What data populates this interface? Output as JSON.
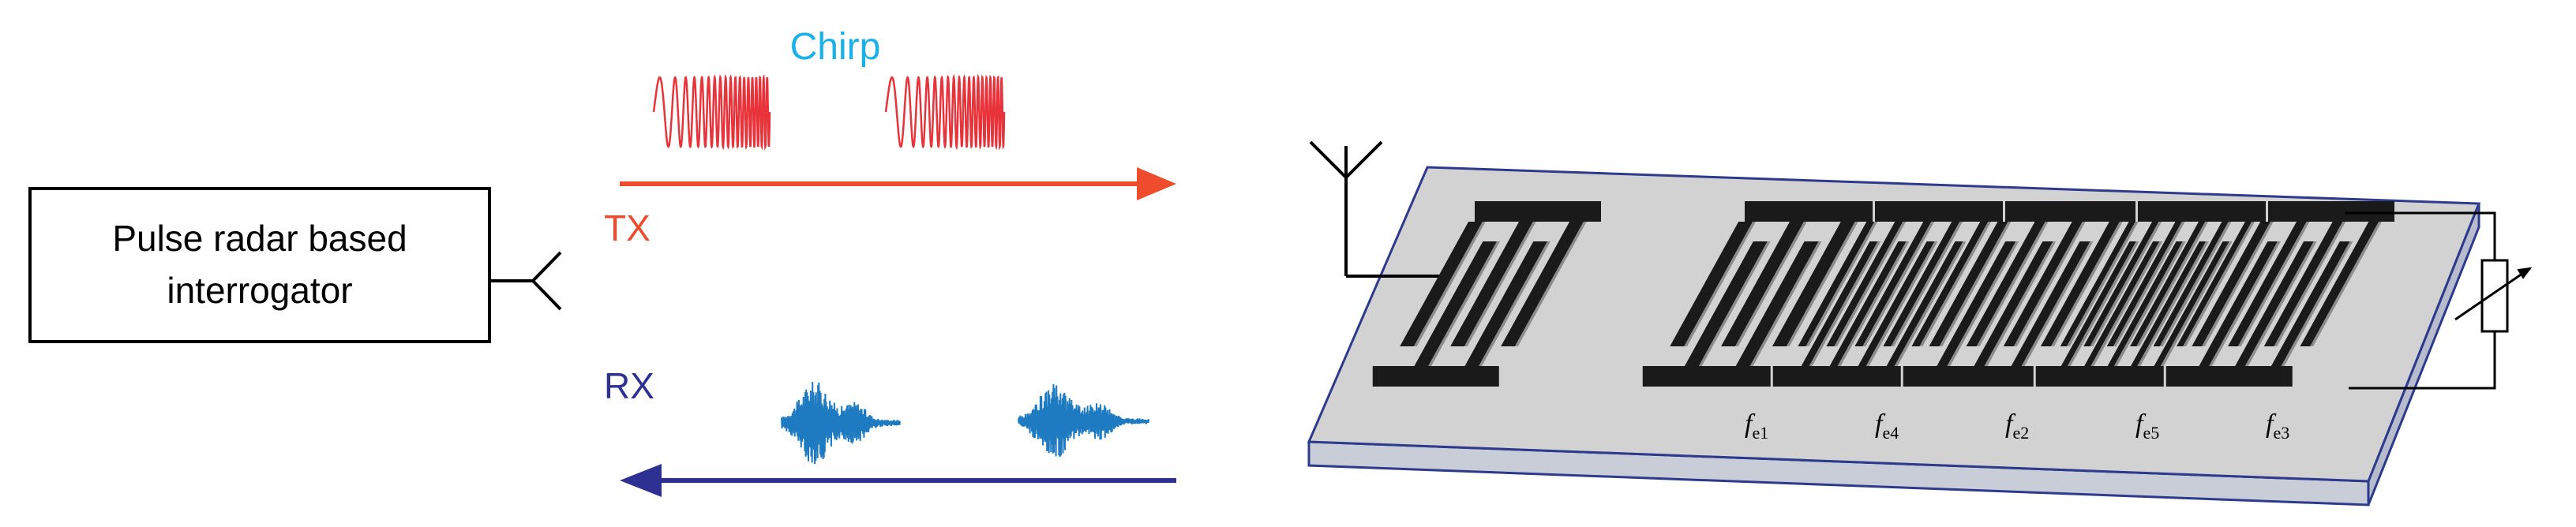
{
  "interrogator": {
    "label_line1": "Pulse radar based",
    "label_line2": "interrogator"
  },
  "labels": {
    "chirp": "Chirp",
    "tx": "TX",
    "rx": "RX"
  },
  "sensor": {
    "frequencies": [
      {
        "main": "f",
        "sub": "e1"
      },
      {
        "main": "f",
        "sub": "e4"
      },
      {
        "main": "f",
        "sub": "e2"
      },
      {
        "main": "f",
        "sub": "e5"
      },
      {
        "main": "f",
        "sub": "e3"
      }
    ]
  },
  "colors": {
    "tx": "#ee4c2c",
    "chirp_label": "#1ab0e8",
    "chirp_wave": "#e8333a",
    "rx": "#2e3192",
    "echo": "#1f7bc1",
    "substrate_fill": "#d2d2d2",
    "substrate_edge": "#2e3a8c",
    "electrode": "#1a1a1a"
  }
}
